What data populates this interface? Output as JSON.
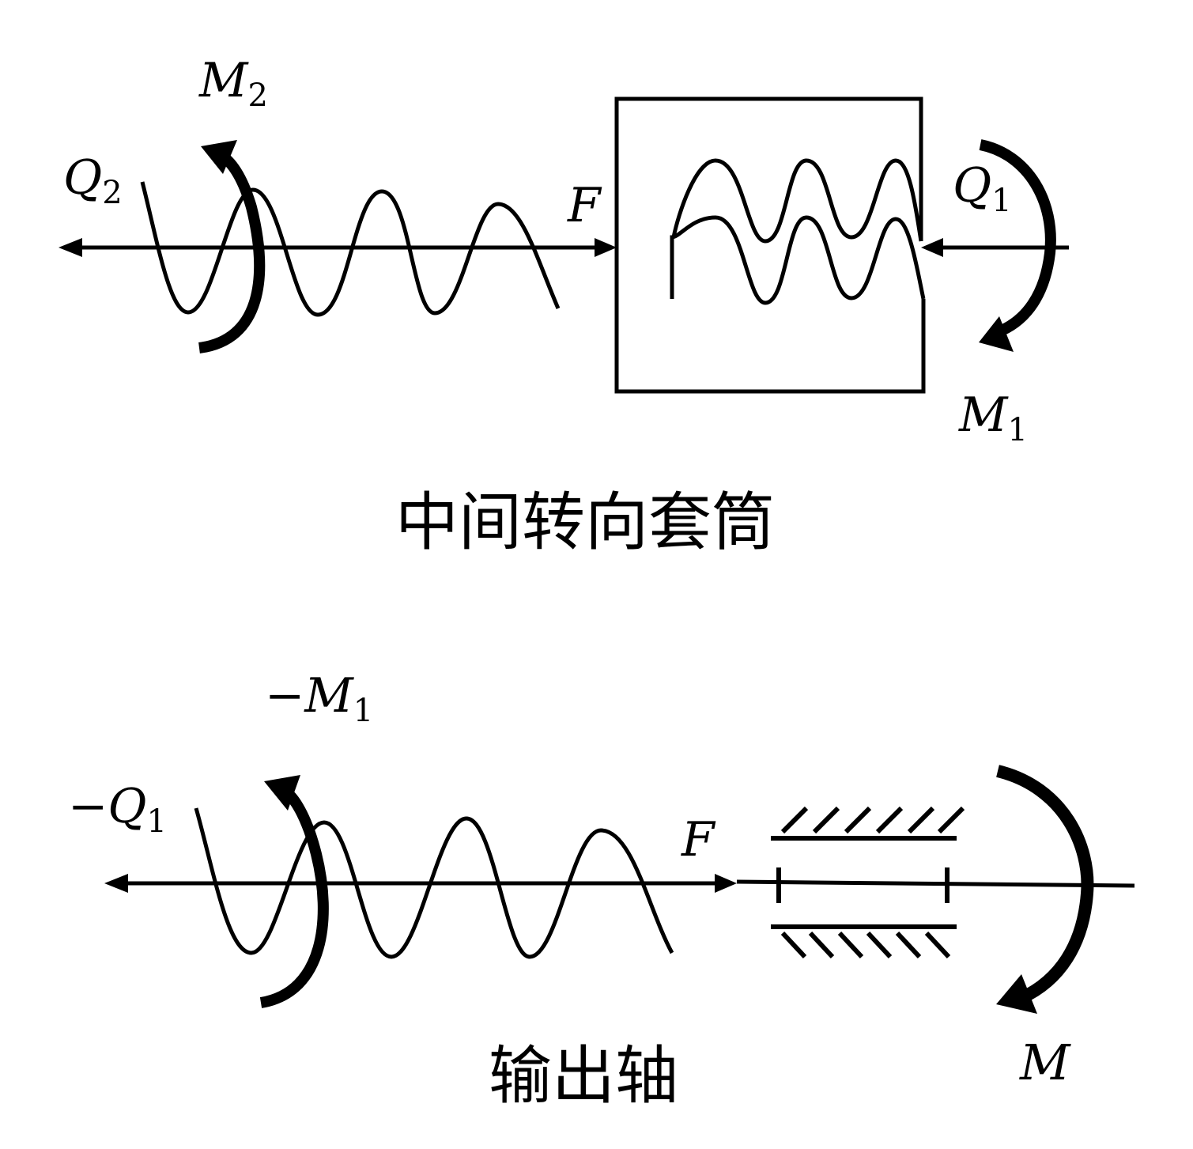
{
  "top": {
    "caption": "中间转向套筒",
    "labels": {
      "m2": {
        "main": "M",
        "sub": "2"
      },
      "q2": {
        "main": "Q",
        "sub": "2"
      },
      "f": {
        "main": "F"
      },
      "q1": {
        "main": "Q",
        "sub": "1"
      },
      "m1": {
        "main": "M",
        "sub": "1"
      }
    }
  },
  "bottom": {
    "caption": "输出轴",
    "labels": {
      "neg_m1": {
        "main": "−M",
        "sub": "1"
      },
      "neg_q1": {
        "main": "−Q",
        "sub": "1"
      },
      "f": {
        "main": "F"
      },
      "m": {
        "main": "M"
      }
    }
  },
  "colors": {
    "ink": "#000000",
    "background": "#ffffff"
  }
}
